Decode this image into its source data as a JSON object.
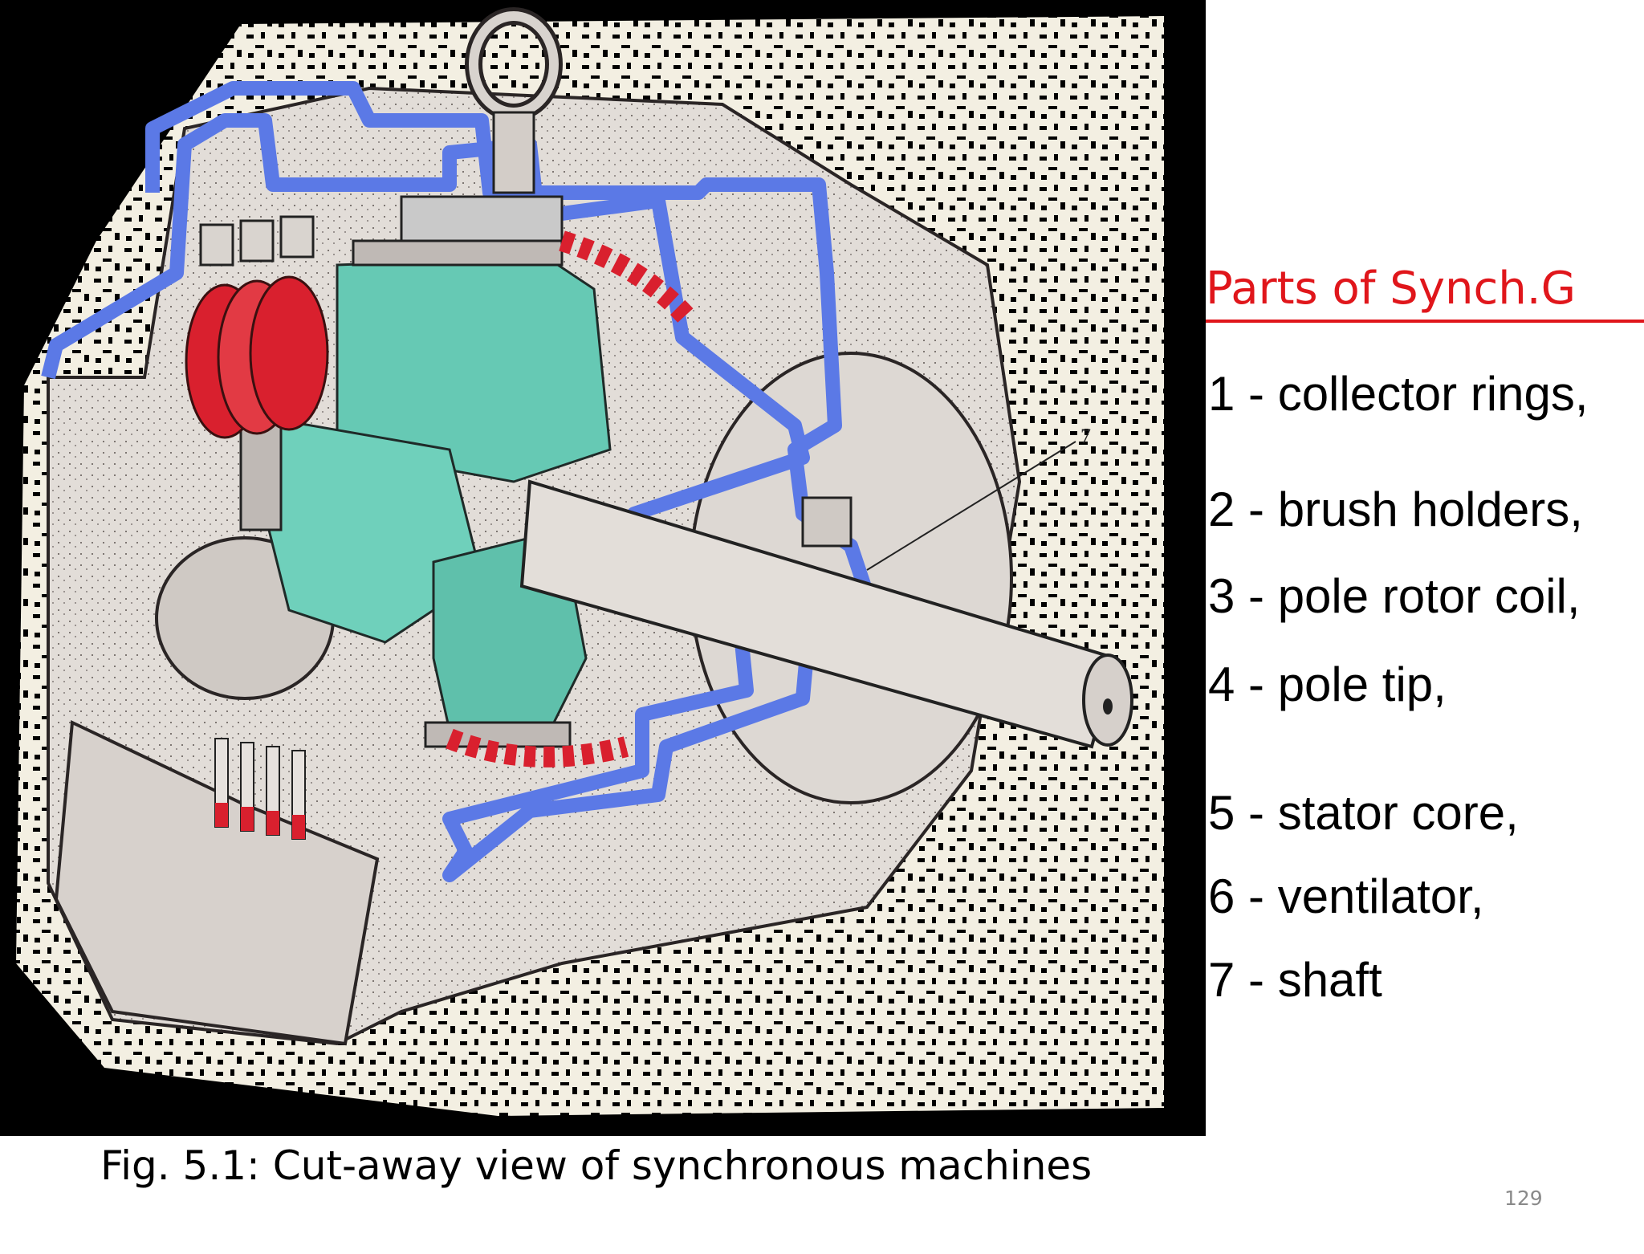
{
  "slide": {
    "heading": "Parts of Synch.G",
    "parts": [
      "1 - collector rings,",
      "2 - brush holders,",
      "3 - pole rotor coil,",
      "4 - pole tip,",
      "5 - stator core,",
      "6 - ventilator,",
      "7 - shaft"
    ],
    "caption": "Fig. 5.1: Cut-away view of synchronous machines",
    "page_number": "129"
  },
  "figure": {
    "leader_labels": [
      "7"
    ],
    "colors": {
      "frame_cutaway": "#5b79e6",
      "winding": "#d9202e",
      "pole_coil": "#66c9b4",
      "casing": "#e7e2de",
      "background": "#000000"
    }
  },
  "colors": {
    "heading": "#e0161b",
    "body_text": "#000000",
    "page_number": "#8a8a8a"
  }
}
